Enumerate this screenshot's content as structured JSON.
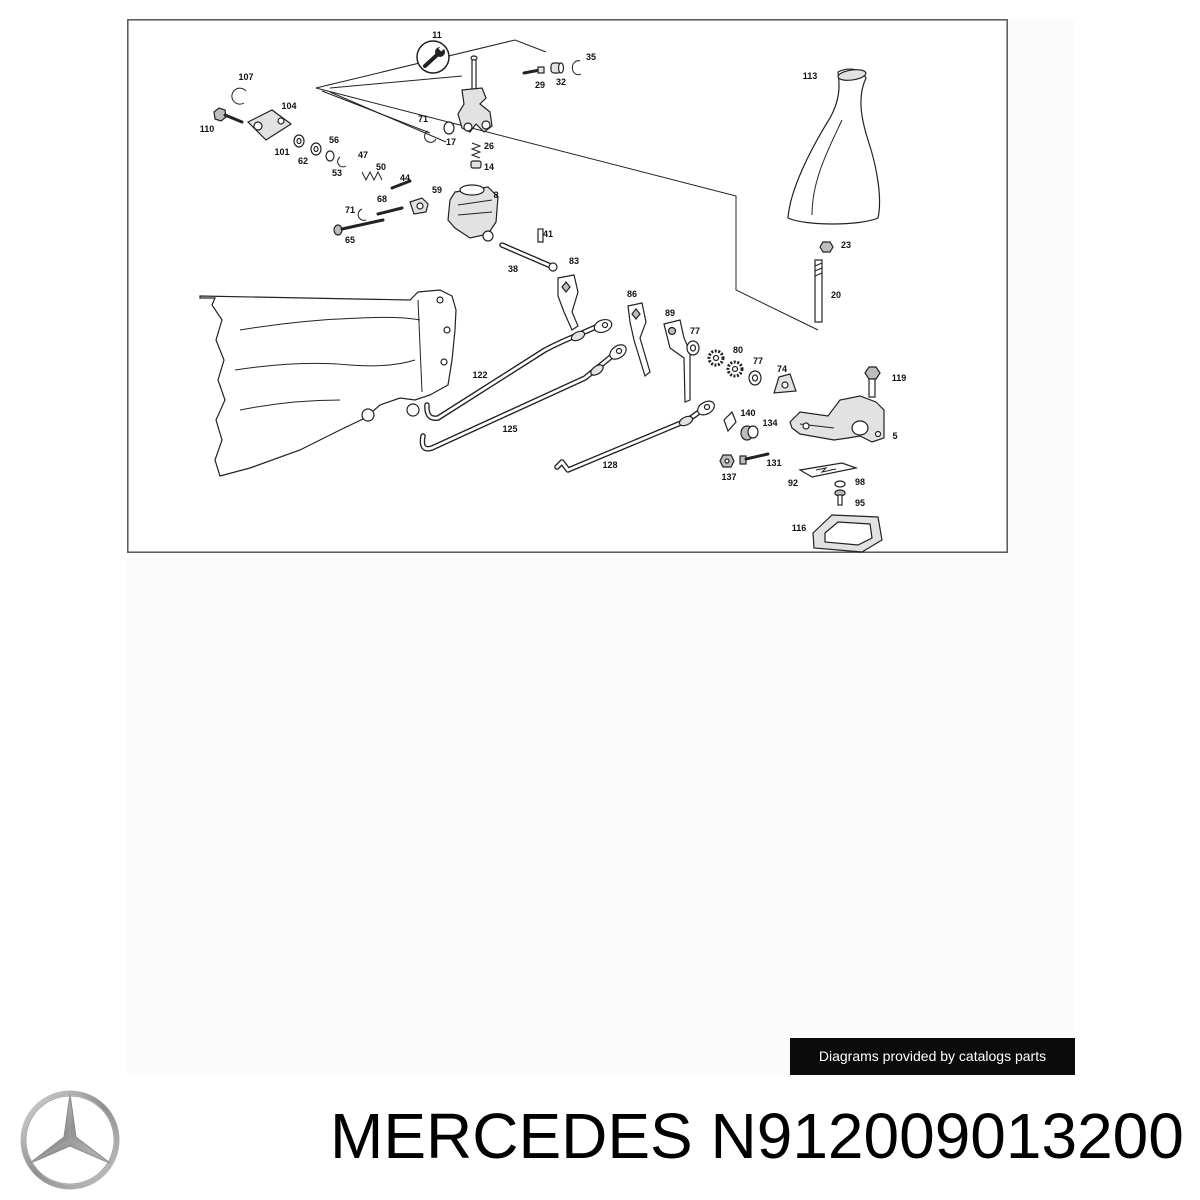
{
  "diagram": {
    "frame_icon": "wrench-icon",
    "callouts": [
      "11",
      "35",
      "107",
      "113",
      "29",
      "32",
      "104",
      "110",
      "71",
      "17",
      "56",
      "101",
      "62",
      "26",
      "47",
      "14",
      "50",
      "53",
      "44",
      "59",
      "8",
      "68",
      "71",
      "41",
      "65",
      "23",
      "83",
      "38",
      "20",
      "86",
      "89",
      "77",
      "80",
      "77",
      "122",
      "74",
      "119",
      "140",
      "134",
      "125",
      "5",
      "128",
      "131",
      "137",
      "98",
      "92",
      "95",
      "116"
    ]
  },
  "badge": {
    "text": "Diagrams provided by catalogs parts"
  },
  "footer": {
    "logo_icon": "mercedes-star-icon",
    "brand": "MERCEDES",
    "part_number": "N912009013200"
  },
  "colors": {
    "badge_background": "#000000",
    "badge_text": "#ffffff",
    "logo_gray": "#9a9a9a"
  }
}
